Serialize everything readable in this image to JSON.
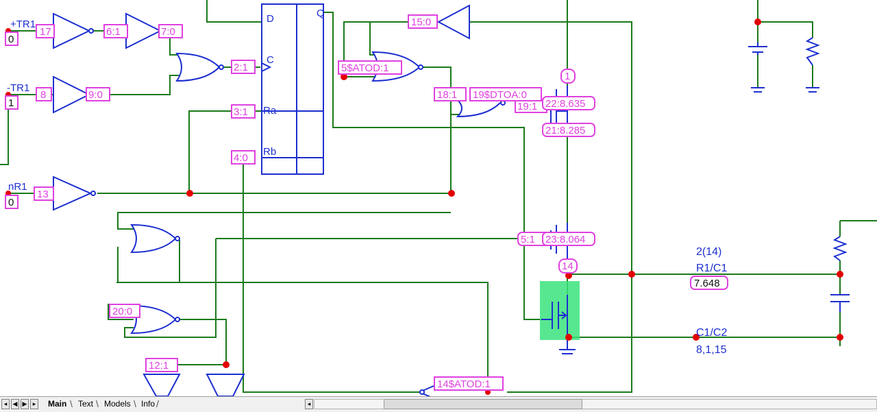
{
  "labels": {
    "n17": "17",
    "n6_1": "6:1",
    "n7_0": "7:0",
    "n2_1": "2:1",
    "n8": "8",
    "n9_0": "9:0",
    "n3_1": "3:1",
    "n4_0": "4:0",
    "n13": "13",
    "n15_0": "15:0",
    "n5atod": "5$ATOD:1",
    "n18": "18:1",
    "n19dtoa": "19$DTOA:0",
    "n19": "19:1",
    "n22": "22:8.635",
    "n21": "21:8.285",
    "n1": "1",
    "n5_1": "5:1",
    "n23": "23:8.064",
    "n14": "14",
    "n7648": "7.648",
    "n20": "20:0",
    "n12": "12:1",
    "n14atod": "14$ATOD:1",
    "v0a": "0",
    "v1": "1",
    "v0b": "0"
  },
  "text": {
    "trp": "+TR1",
    "trm": "-TR1",
    "nr1": "nR1",
    "ffD": "D",
    "ffC": "C",
    "ffQ": "Q",
    "ffRa": "Ra",
    "ffRb": "Rb",
    "node2": "2(14)",
    "r1c1": "R1/C1",
    "c1c2": "C1/C2",
    "vals": "8,1,15"
  },
  "tabs": [
    "Main",
    "Text",
    "Models",
    "Info"
  ],
  "nav": [
    "first-page",
    "prev-page",
    "next-page",
    "last-page"
  ],
  "colors": {
    "wire": "#1a7a1a",
    "component": "#1c2fd0",
    "node_label": "#e040e0",
    "junction": "#e30000",
    "selection": "#3be37e"
  }
}
